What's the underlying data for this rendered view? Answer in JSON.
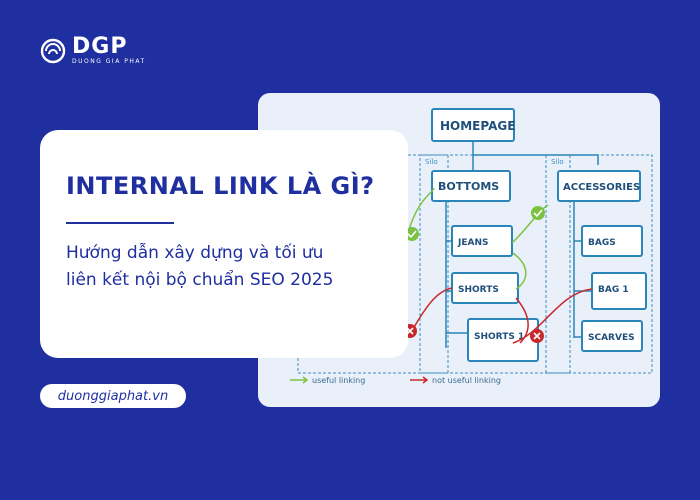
{
  "brand": {
    "name": "DGP",
    "tagline": "DUONG GIA PHAT"
  },
  "title": "INTERNAL LINK LÀ GÌ?",
  "subtitle": [
    "Hướng dẫn xây dựng và tối ưu",
    "liên kết nội bộ chuẩn SEO 2025"
  ],
  "url": "duonggiaphat.vn",
  "diagram": {
    "homepage": "HOMEPAGE",
    "silo_label": "Silo",
    "left": {
      "top": "BOTTOMS",
      "items": [
        "JEANS",
        "SHORTS",
        "SHORTS 1"
      ]
    },
    "right": {
      "top": "ACCESSORIES",
      "items": [
        "BAGS",
        "BAG 1",
        "SCARVES"
      ]
    },
    "legend": {
      "useful": "useful linking",
      "not_useful": "not useful linking"
    }
  },
  "colors": {
    "background": "#1f2fa0",
    "useful": "#7cc242",
    "not_useful": "#c8282d",
    "box_border": "#2a86b8"
  }
}
